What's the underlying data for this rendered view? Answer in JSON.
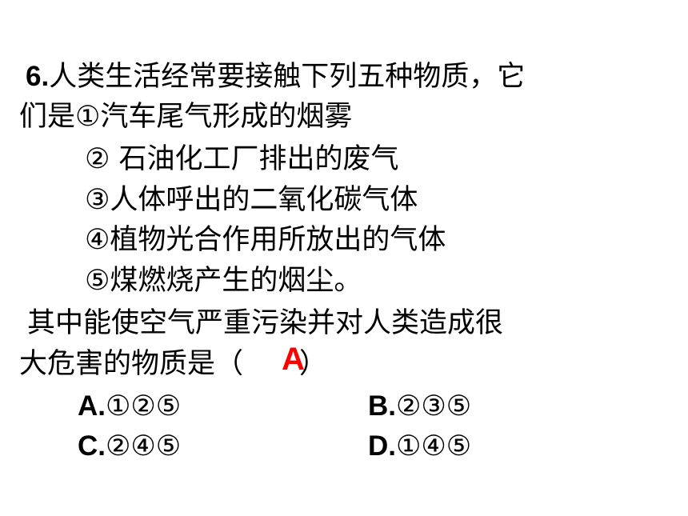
{
  "question": {
    "number": "6.",
    "line1": "人类生活经常要接触下列五种物质，它",
    "line2": "们是①汽车尾气形成的烟雾",
    "item2": "②   石油化工厂排出的废气",
    "item3": "③人体呼出的二氧化碳气体",
    "item4": "④植物光合作用所放出的气体",
    "item5": "⑤煤燃烧产生的烟尘。",
    "line7": "其中能使空气严重污染并对人类造成很",
    "line8_before": "大危害的物质是（",
    "line8_after": "）"
  },
  "answer": "A",
  "options": [
    {
      "letter": "A.",
      "text": "①②⑤"
    },
    {
      "letter": "B.",
      "text": "②③⑤"
    },
    {
      "letter": "C.",
      "text": "②④⑤"
    },
    {
      "letter": "D.",
      "text": "①④⑤"
    }
  ]
}
